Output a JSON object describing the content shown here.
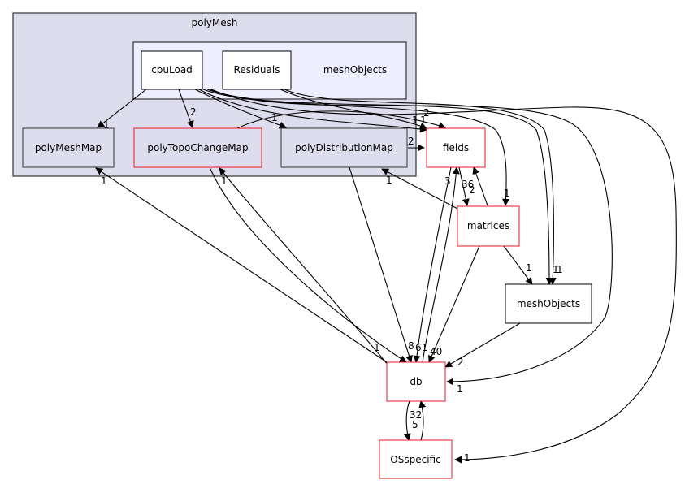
{
  "clusters": {
    "polyMesh": "polyMesh",
    "meshObjects": "meshObjects"
  },
  "nodes": {
    "cpuLoad": "cpuLoad",
    "Residuals": "Residuals",
    "polyMeshMap": "polyMeshMap",
    "polyTopoChangeMap": "polyTopoChangeMap",
    "polyDistributionMap": "polyDistributionMap",
    "fields": "fields",
    "matrices": "matrices",
    "meshObjects": "meshObjects",
    "db": "db",
    "OSspecific": "OSspecific"
  },
  "edge_labels": {
    "cpuLoad_polyMeshMap": "1",
    "cpuLoad_polyTopoChangeMap": "2",
    "cpuLoad_polyDistributionMap": "1",
    "cpuLoad_fields": "1",
    "Residuals_fields": "2",
    "polyTopoChangeMap_fields": "1",
    "polyDistributionMap_fields": "2",
    "fields_db": "3",
    "fields_matrices": "2",
    "matrices_fields": "36",
    "cpuLoad_matrices": "1",
    "cpuLoad_meshObjects": "1",
    "Residuals_meshObjects": "1",
    "matrices_polyDistributionMap": "1",
    "matrices_meshObjects": "1",
    "matrices_db": "40",
    "meshObjects_db": "2",
    "cpuLoad_db": "1",
    "db_polyMeshMap": "1",
    "db_polyTopoChangeMap": "1",
    "polyTopoChangeMap_db": "8",
    "polyDistributionMap_db": "61",
    "db_OSspecific": "5",
    "OSspecific_db": "32",
    "cpuLoad_OSspecific": "1",
    "meshObjects_db_left": "1"
  },
  "colors": {
    "outer_cluster": "#ddddee",
    "inner_cluster": "#eeeeff",
    "red_border": "#e41a1c"
  }
}
